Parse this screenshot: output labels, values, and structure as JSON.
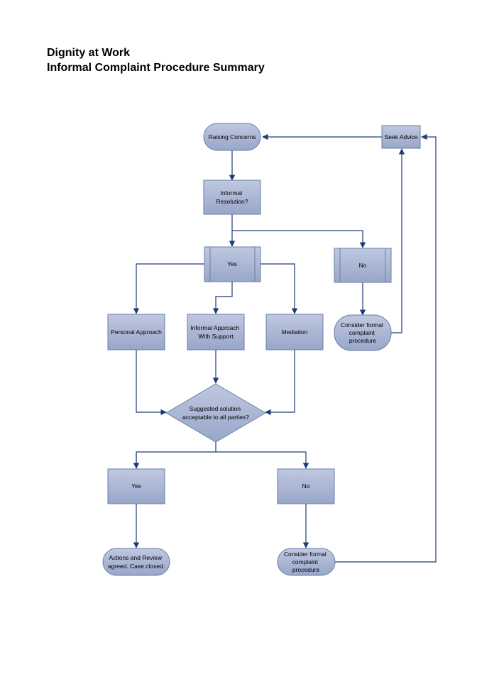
{
  "title": {
    "line1": "Dignity at Work",
    "line2": "Informal Complaint Procedure Summary"
  },
  "colors": {
    "node_fill_top": "#bfc8e0",
    "node_fill_bottom": "#98a6c9",
    "node_border": "#6a7da6",
    "connector": "#1f3a78"
  },
  "nodes": {
    "raising_concerns": {
      "shape": "terminator",
      "lines": [
        "Raising Concerns"
      ]
    },
    "seek_advice": {
      "shape": "process",
      "lines": [
        "Seek Advice"
      ]
    },
    "informal_resolution": {
      "shape": "process",
      "lines": [
        "Informal",
        "Resolution?"
      ]
    },
    "yes_top": {
      "shape": "predefined-process",
      "lines": [
        "Yes"
      ]
    },
    "no_top": {
      "shape": "predefined-process",
      "lines": [
        "No"
      ]
    },
    "personal_approach": {
      "shape": "process",
      "lines": [
        "Personal Approach"
      ]
    },
    "informal_approach_support": {
      "shape": "process",
      "lines": [
        "Informal Approach",
        "With Support"
      ]
    },
    "mediation": {
      "shape": "process",
      "lines": [
        "Mediation"
      ]
    },
    "consider_formal_top": {
      "shape": "terminator",
      "lines": [
        "Consider formal",
        "complaint",
        "procedure"
      ]
    },
    "suggested_solution": {
      "shape": "decision",
      "lines": [
        "Suggested solution",
        "acceptable to all parties?"
      ]
    },
    "yes_bottom": {
      "shape": "process",
      "lines": [
        "Yes"
      ]
    },
    "no_bottom": {
      "shape": "process",
      "lines": [
        "No"
      ]
    },
    "actions_review": {
      "shape": "terminator",
      "lines": [
        "Actions and Review",
        "agreed. Case closed."
      ]
    },
    "consider_formal_bottom": {
      "shape": "terminator",
      "lines": [
        "Consider formal",
        "complaint",
        "procedure"
      ]
    }
  }
}
